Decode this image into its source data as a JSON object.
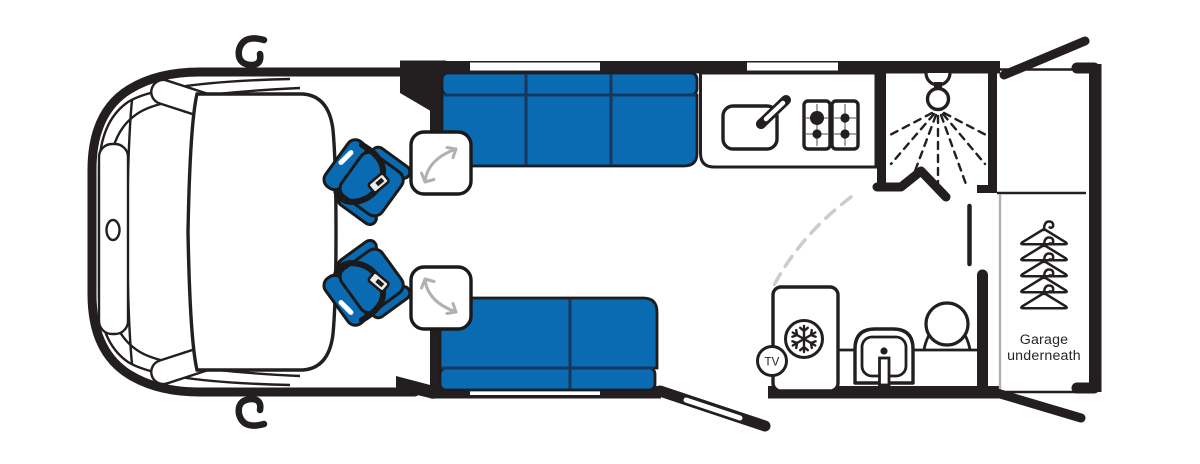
{
  "title": "Motorhome floorplan",
  "labels": {
    "tv": "TV",
    "garage_line1": "Garage",
    "garage_line2": "underneath"
  },
  "colors": {
    "upholstery_blue": "#0a6ab2",
    "line_black": "#231f20",
    "divider_navy": "#16385c",
    "swing_arc_gray": "#cccccc",
    "arrow_gray": "#b1b1b1",
    "hob_grid_gray": "#999999",
    "garage_edge_gray": "#b0b0b0"
  },
  "icons": [
    "wing-mirror-icon",
    "cab-seat-icon",
    "swivel-arrow-icon",
    "sofa",
    "kitchen-sink-icon",
    "tap-icon",
    "hob-burners-icon",
    "shower-head-icon",
    "shower-spray-icon",
    "bifold-shower-door",
    "door-swing-arc",
    "fridge-snowflake-icon",
    "tv-icon",
    "toilet-icon",
    "washbasin-icon",
    "wardrobe-hangers-icon",
    "entry-door",
    "rear-barn-door"
  ]
}
